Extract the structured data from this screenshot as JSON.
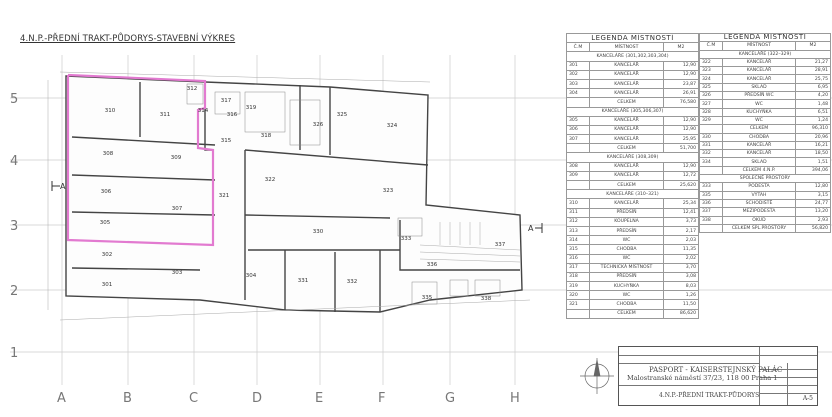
{
  "sheet_title": "4.N.P.-PŘEDNÍ TRAKT-PŮDORYS-STAVEBNÍ VÝKRES",
  "grid": {
    "columns": [
      "A",
      "B",
      "C",
      "D",
      "E",
      "F",
      "G",
      "H"
    ],
    "rows": [
      "5",
      "4",
      "3",
      "2",
      "1"
    ]
  },
  "section_marker": "A",
  "highlight_color": "#e27ad0",
  "plan": {
    "rooms": [
      "310",
      "311",
      "312",
      "314",
      "317",
      "316",
      "319",
      "318",
      "315",
      "308",
      "309",
      "306",
      "307",
      "321",
      "322",
      "305",
      "302",
      "303",
      "301",
      "304",
      "331",
      "332",
      "330",
      "333",
      "336",
      "337",
      "335",
      "338",
      "323",
      "324",
      "325",
      "326"
    ]
  },
  "legend_left": {
    "title": "LEGENDA MÍSTNOSTÍ",
    "headers": [
      "Č.M",
      "MÍSTNOST",
      "M2"
    ],
    "rows": [
      {
        "type": "group",
        "label": "KANCELÁŘE (301,302,303,304)"
      },
      {
        "type": "room",
        "num": "301",
        "name": "KANCELÁŘ",
        "area": "12,90"
      },
      {
        "type": "room",
        "num": "302",
        "name": "KANCELÁŘ",
        "area": "12,90"
      },
      {
        "type": "room",
        "num": "303",
        "name": "KANCELÁŘ",
        "area": "23,87"
      },
      {
        "type": "room",
        "num": "304",
        "name": "KANCELÁŘ",
        "area": "26,91"
      },
      {
        "type": "total",
        "name": "CELKEM",
        "area": "76,580"
      },
      {
        "type": "group",
        "label": "KANCELÁŘE (305,306,307)"
      },
      {
        "type": "room",
        "num": "305",
        "name": "KANCELÁŘ",
        "area": "12,90"
      },
      {
        "type": "room",
        "num": "306",
        "name": "KANCELÁŘ",
        "area": "12,90"
      },
      {
        "type": "room",
        "num": "307",
        "name": "KANCELÁŘ",
        "area": "25,95"
      },
      {
        "type": "total",
        "name": "CELKEM",
        "area": "51,700"
      },
      {
        "type": "group",
        "label": "KANCELÁŘE (308,309)"
      },
      {
        "type": "room",
        "num": "308",
        "name": "KANCELÁŘ",
        "area": "12,90"
      },
      {
        "type": "room",
        "num": "309",
        "name": "KANCELÁŘ",
        "area": "12,72"
      },
      {
        "type": "total",
        "name": "CELKEM",
        "area": "25,620"
      },
      {
        "type": "group",
        "label": "KANCELÁŘE (310–321)"
      },
      {
        "type": "room",
        "num": "310",
        "name": "KANCELÁŘ",
        "area": "25,34"
      },
      {
        "type": "room",
        "num": "311",
        "name": "PŘEDSÍŇ",
        "area": "12,41"
      },
      {
        "type": "room",
        "num": "312",
        "name": "KOUPELNA",
        "area": "3,73"
      },
      {
        "type": "room",
        "num": "313",
        "name": "PŘEDSÍŇ",
        "area": "2,17"
      },
      {
        "type": "room",
        "num": "314",
        "name": "WC",
        "area": "2,03"
      },
      {
        "type": "room",
        "num": "315",
        "name": "CHODBA",
        "area": "11,35"
      },
      {
        "type": "room",
        "num": "316",
        "name": "WC",
        "area": "2,02"
      },
      {
        "type": "room",
        "num": "317",
        "name": "TECHNICKÁ MÍSTNOST",
        "area": "3,70"
      },
      {
        "type": "room",
        "num": "318",
        "name": "PŘEDSÍŇ",
        "area": "3,08"
      },
      {
        "type": "room",
        "num": "319",
        "name": "KUCHYŇKA",
        "area": "8,03"
      },
      {
        "type": "room",
        "num": "320",
        "name": "WC",
        "area": "1,26"
      },
      {
        "type": "room",
        "num": "321",
        "name": "CHODBA",
        "area": "11,50"
      },
      {
        "type": "total",
        "name": "CELKEM",
        "area": "86,620"
      }
    ]
  },
  "legend_right": {
    "title": "LEGENDA MÍSTNOSTÍ",
    "headers": [
      "Č.M",
      "MÍSTNOST",
      "M2"
    ],
    "rows": [
      {
        "type": "group",
        "label": "KANCELÁŘE (322–329)"
      },
      {
        "type": "room",
        "num": "322",
        "name": "KANCELÁŘ",
        "area": "21,27"
      },
      {
        "type": "room",
        "num": "323",
        "name": "KANCELÁŘ",
        "area": "28,91"
      },
      {
        "type": "room",
        "num": "324",
        "name": "KANCELÁŘ",
        "area": "25,75"
      },
      {
        "type": "room",
        "num": "325",
        "name": "SKLAD",
        "area": "6,95"
      },
      {
        "type": "room",
        "num": "326",
        "name": "PŘEDSÍŇ WC",
        "area": "4,20"
      },
      {
        "type": "room",
        "num": "327",
        "name": "WC",
        "area": "1,48"
      },
      {
        "type": "room",
        "num": "328",
        "name": "KUCHYŇKA",
        "area": "6,51"
      },
      {
        "type": "room",
        "num": "329",
        "name": "WC",
        "area": "1,24"
      },
      {
        "type": "total",
        "name": "CELKEM",
        "area": "96,310"
      },
      {
        "type": "room",
        "num": "330",
        "name": "CHODBA",
        "area": "20,96"
      },
      {
        "type": "room",
        "num": "331",
        "name": "KANCELÁŘ",
        "area": "16,21"
      },
      {
        "type": "room",
        "num": "332",
        "name": "KANCELÁŘ",
        "area": "18,50"
      },
      {
        "type": "room",
        "num": "334",
        "name": "SKLAD",
        "area": "1,51"
      },
      {
        "type": "total",
        "name": "CELKEM 4.N.P.",
        "area": "394,06"
      },
      {
        "type": "group",
        "label": "SPOLEČNÉ PROSTORY"
      },
      {
        "type": "room",
        "num": "333",
        "name": "PODESTA",
        "area": "12,80"
      },
      {
        "type": "room",
        "num": "335",
        "name": "VÝTAH",
        "area": "3,15"
      },
      {
        "type": "room",
        "num": "336",
        "name": "SCHODIŠTĚ",
        "area": "24,77"
      },
      {
        "type": "room",
        "num": "337",
        "name": "MEZIPODESTA",
        "area": "13,20"
      },
      {
        "type": "room",
        "num": "338",
        "name": "OKUD",
        "area": "2,93"
      },
      {
        "type": "total",
        "name": "CELKEM SPL.PROSTORY",
        "area": "56,820"
      }
    ]
  },
  "title_block": {
    "project": "PASPORT - KAISERSTEJNSKÝ PALÁC",
    "address": "Malostranské náměstí 37/23, 118 00 Praha 1",
    "drawing": "4.N.P.-PŘEDNÍ TRAKT-PŮDORYS",
    "sheet": "A-5"
  }
}
